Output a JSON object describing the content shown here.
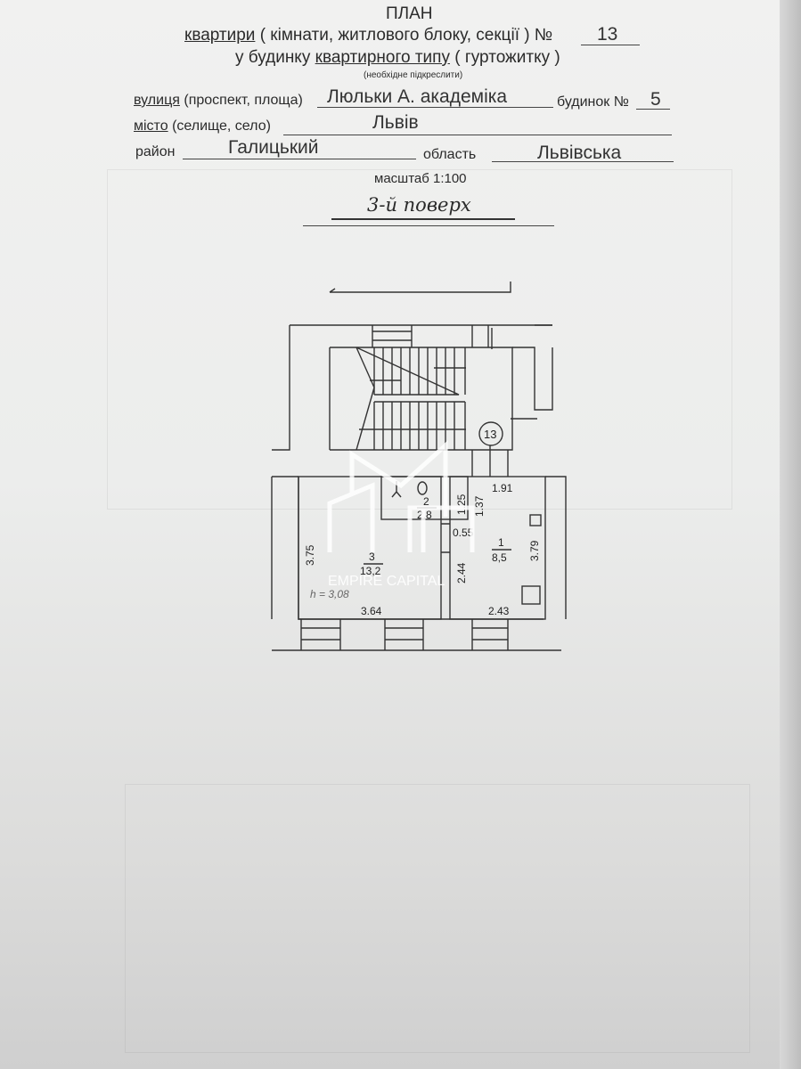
{
  "header": {
    "title": "ПЛАН",
    "line1_prefix": "квартири",
    "line1_rest": "( кімнати, житлового блоку, секції ) №",
    "apartment_no": "13",
    "line2_prefix": "у будинку",
    "line2_underlined": "квартирного типу",
    "line2_rest": "( гуртожитку )",
    "hint": "(необхідне підкреслити)"
  },
  "address": {
    "street_label_u": "вулиця",
    "street_label_rest": "(проспект, площа)",
    "street": "Люльки А. академіка",
    "house_label": "будинок №",
    "house": "5",
    "city_label_u": "місто",
    "city_label_rest": "(селище, село)",
    "city": "Львів",
    "district_label": "район",
    "district": "Галицький",
    "region_label": "область",
    "region": "Львівська"
  },
  "scale": "масштаб 1:100",
  "floor": "3-й поверх",
  "plan": {
    "apartment_marker": "13",
    "rooms": [
      {
        "no": "3",
        "area": "13,2"
      },
      {
        "no": "2",
        "area": "2,8"
      },
      {
        "no": "1",
        "area": "8,5"
      }
    ],
    "dimensions": [
      "3.75",
      "3.64",
      "1.91",
      "1.25",
      "1.37",
      "0.55",
      "2.44",
      "3.79",
      "2.43"
    ],
    "height": "h = 3,08"
  },
  "watermark": "EMPIRE CAPITAL"
}
